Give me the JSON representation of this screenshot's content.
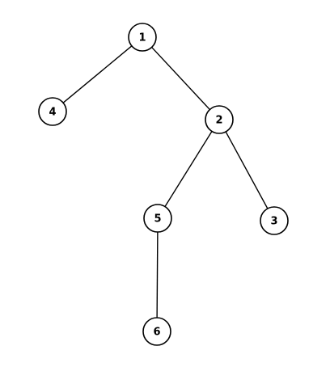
{
  "diagram": {
    "type": "tree",
    "nodes": [
      {
        "id": "1",
        "label": "1"
      },
      {
        "id": "4",
        "label": "4"
      },
      {
        "id": "2",
        "label": "2"
      },
      {
        "id": "5",
        "label": "5"
      },
      {
        "id": "3",
        "label": "3"
      },
      {
        "id": "6",
        "label": "6"
      }
    ],
    "edges": [
      {
        "from": "1",
        "to": "4"
      },
      {
        "from": "1",
        "to": "2"
      },
      {
        "from": "2",
        "to": "5"
      },
      {
        "from": "2",
        "to": "3"
      },
      {
        "from": "5",
        "to": "6"
      }
    ]
  }
}
